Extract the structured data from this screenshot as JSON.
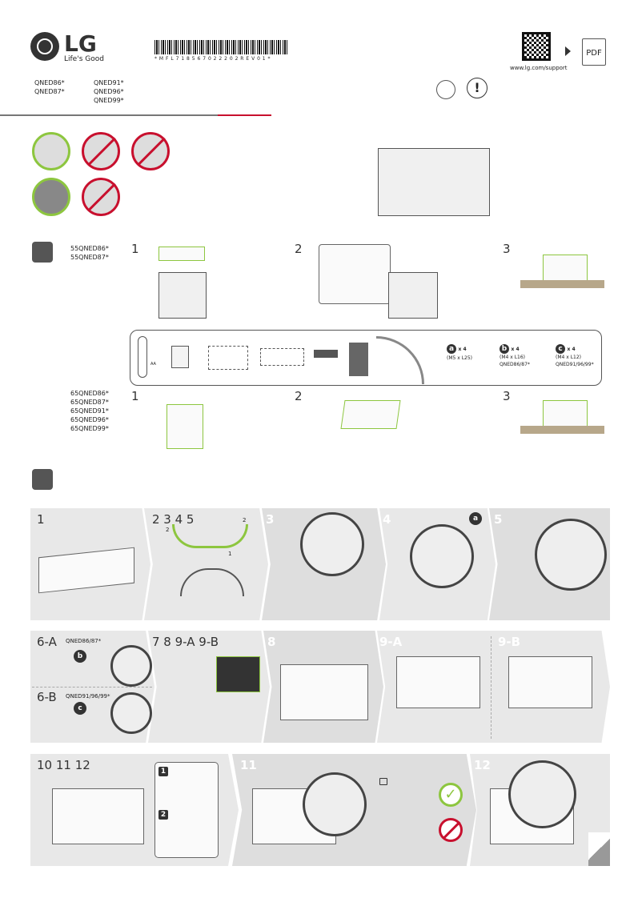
{
  "header": {
    "logo_text": "LG",
    "slogan": "Life's Good",
    "barcode_text": "* M F L 7 1 8 5 6 7 0 2 2 2 0 2 R E V 0 1 *",
    "models_col1": [
      "QNED86*",
      "QNED87*"
    ],
    "models_col2": [
      "QNED91*",
      "QNED96*",
      "QNED99*"
    ],
    "pdf_label": "PDF",
    "support_url": "www.lg.com/support",
    "accent_color": "#c8102e",
    "ok_color": "#8dc63f"
  },
  "unpack": {
    "models_55": [
      "55QNED86*",
      "55QNED87*"
    ],
    "models_65": [
      "65QNED86*",
      "65QNED87*",
      "65QNED91*",
      "65QNED96*",
      "65QNED99*"
    ],
    "steps": [
      "1",
      "2",
      "3"
    ]
  },
  "parts": {
    "aa_label": "AA",
    "screws": [
      {
        "badge": "a",
        "qty": "x 4",
        "size": "(M5 x L25)",
        "models": ""
      },
      {
        "badge": "b",
        "qty": "x 4",
        "size": "(M4 x L16)",
        "models": "QNED86/87*"
      },
      {
        "badge": "c",
        "qty": "x 4",
        "size": "(M4 x L12)",
        "models": "QNED91/96/99*"
      }
    ]
  },
  "steps": {
    "row1": [
      "1",
      "2 3 4 5",
      "3",
      "4",
      "5"
    ],
    "row1_badge": "a",
    "row1_callouts": [
      "2",
      "2",
      "1"
    ],
    "row2": [
      "6-A",
      "7 8 9-A 9-B",
      "8",
      "9-A",
      "9-B"
    ],
    "row2_6b": "6-B",
    "row2_6a_models": "QNED86/87*",
    "row2_6b_models": "QNED91/96/99*",
    "row2_badges": [
      "b",
      "c"
    ],
    "row3": [
      "10 11 12",
      "11",
      "12"
    ],
    "row3_sub": [
      "1",
      "2"
    ]
  }
}
